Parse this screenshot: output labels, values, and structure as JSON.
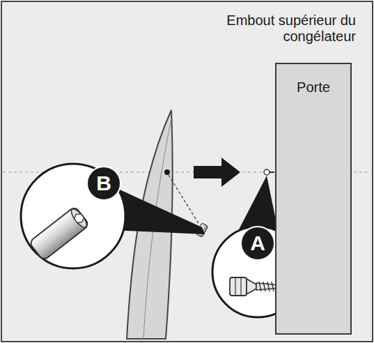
{
  "diagram": {
    "nodes": [
      {
        "text": [
          "Porte"
        ]
      },
      {
        "text": [
          "B"
        ]
      },
      {
        "text": [
          "A"
        ]
      }
    ],
    "labels": [
      "Embout supérieur du congélateur"
    ]
  }
}
